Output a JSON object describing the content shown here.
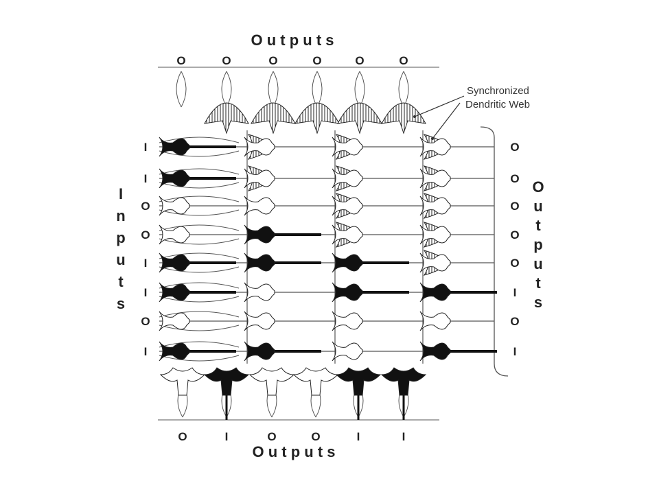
{
  "headings": {
    "top": "O u t p u t s",
    "bottom": "O u t p u t s",
    "left": "Inputs",
    "right": "Outputs"
  },
  "nodes": {
    "top": [
      "O",
      "O",
      "O",
      "O",
      "O",
      "O"
    ],
    "bottom": [
      "O",
      "I",
      "O",
      "O",
      "I",
      "I"
    ],
    "left": [
      "I",
      "I",
      "O",
      "O",
      "I",
      "I",
      "O",
      "I"
    ],
    "right": [
      "O",
      "O",
      "O",
      "O",
      "O",
      "I",
      "O",
      "I"
    ]
  },
  "annotation": {
    "line1": "Synchronized",
    "line2": "Dendritic Web"
  },
  "colors": {
    "active": "#111111",
    "inactive": "#ffffff",
    "line": "#555555",
    "wire": "#222222"
  }
}
